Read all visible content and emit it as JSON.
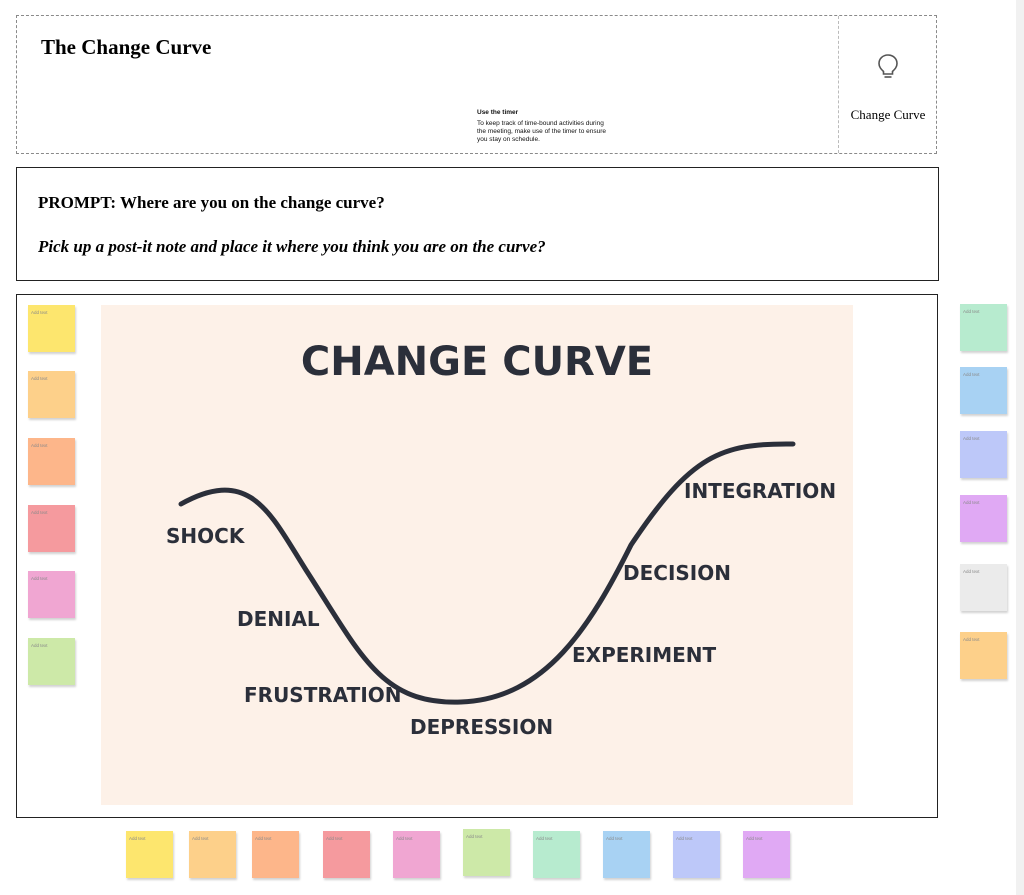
{
  "header": {
    "title": "The Change Curve",
    "tip_title": "Use the timer",
    "tip_body": "To keep track of time-bound activities during the meeting, make use of the timer to ensure you stay on schedule.",
    "side_label": "Change Curve",
    "side_icon": "lightbulb-icon"
  },
  "prompt": {
    "line1": "PROMPT: Where are you on the change curve?",
    "line2": "Pick up a post-it note and place it where you think you are on the curve?"
  },
  "poster": {
    "title": "CHANGE CURVE",
    "stages": [
      "SHOCK",
      "DENIAL",
      "FRUSTRATION",
      "DEPRESSION",
      "EXPERIMENT",
      "DECISION",
      "INTEGRATION"
    ],
    "colors": {
      "background": "#fdf1e8",
      "ink": "#2b2f3a"
    }
  },
  "notes": {
    "placeholder": "Add text",
    "left_colors": [
      "#fde66e",
      "#fdd08a",
      "#fdb68a",
      "#f59a9e",
      "#f0a6d2",
      "#cde9a8"
    ],
    "right_colors": [
      "#b7ebcf",
      "#a8d2f3",
      "#bdc8f9",
      "#e0a9f4",
      "#ebebeb",
      "#fdd08a"
    ],
    "bottom_colors": [
      "#fde66e",
      "#fdd08a",
      "#fdb68a",
      "#f59a9e",
      "#f0a6d2",
      "#cde9a8",
      "#b7ebcf",
      "#a8d2f3",
      "#bdc8f9",
      "#e0a9f4"
    ]
  }
}
